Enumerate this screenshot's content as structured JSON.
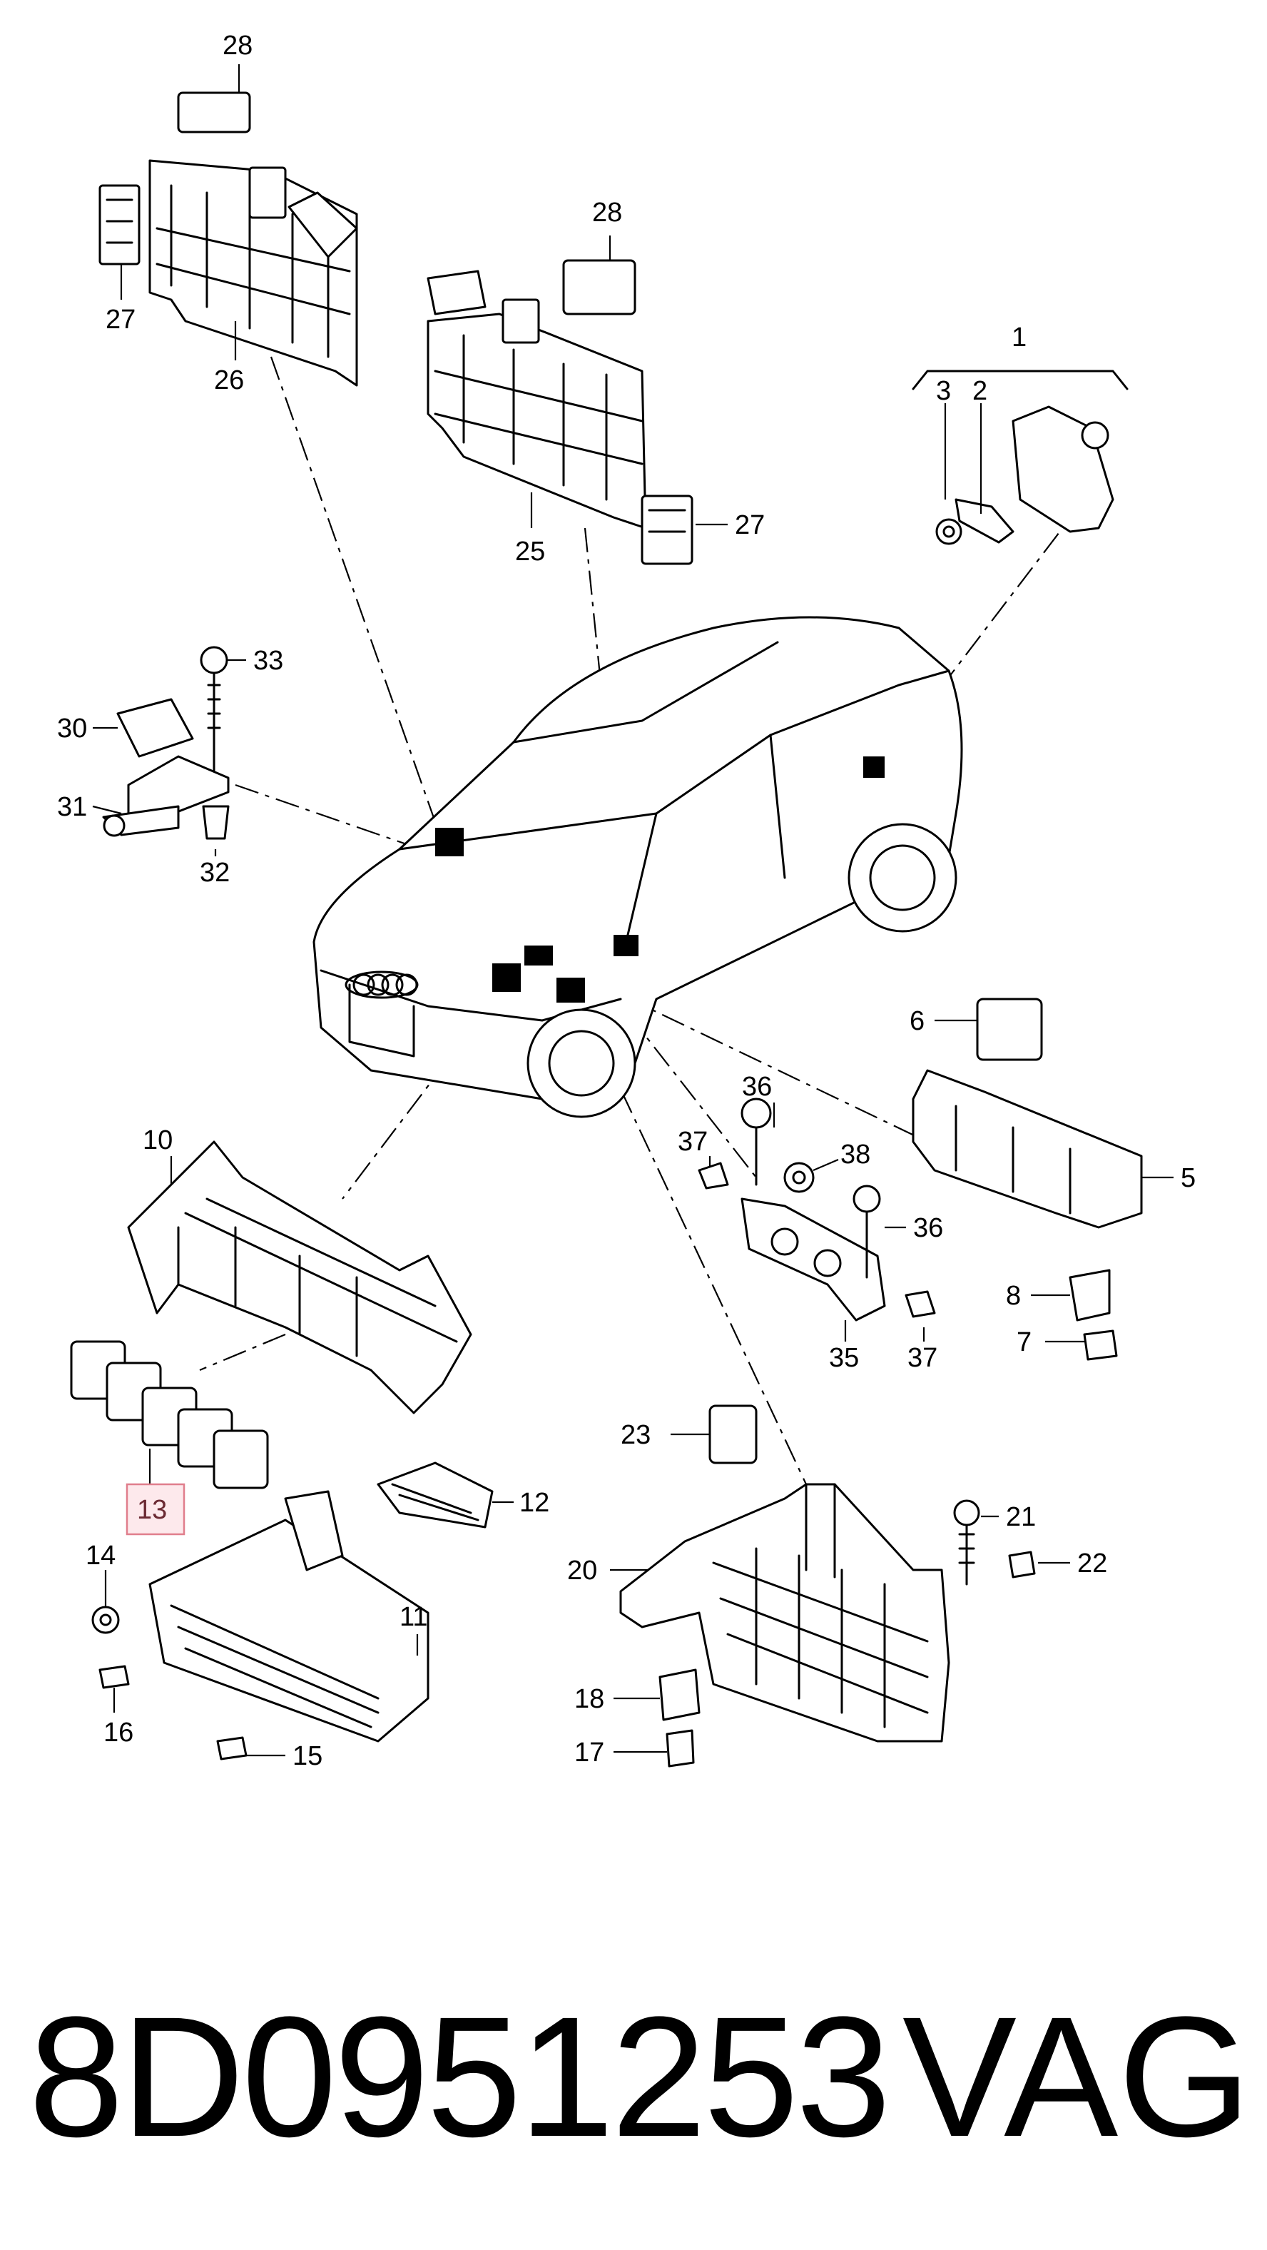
{
  "diagram": {
    "callouts": {
      "c1": "1",
      "c2": "2",
      "c3": "3",
      "c5": "5",
      "c6": "6",
      "c7": "7",
      "c8": "8",
      "c10": "10",
      "c11": "11",
      "c12": "12",
      "c13": "13",
      "c14": "14",
      "c15": "15",
      "c16": "16",
      "c17": "17",
      "c18": "18",
      "c20": "20",
      "c21": "21",
      "c22": "22",
      "c23": "23",
      "c25": "25",
      "c26": "26",
      "c27a": "27",
      "c27b": "27",
      "c28a": "28",
      "c28b": "28",
      "c30": "30",
      "c31": "31",
      "c32": "32",
      "c33": "33",
      "c35": "35",
      "c36a": "36",
      "c36b": "36",
      "c37a": "37",
      "c37b": "37",
      "c38": "38"
    },
    "highlighted_callout": "13",
    "highlight_color": "#fde9ec"
  },
  "footer": {
    "part_number": "8D0951253",
    "brand": "VAG"
  }
}
